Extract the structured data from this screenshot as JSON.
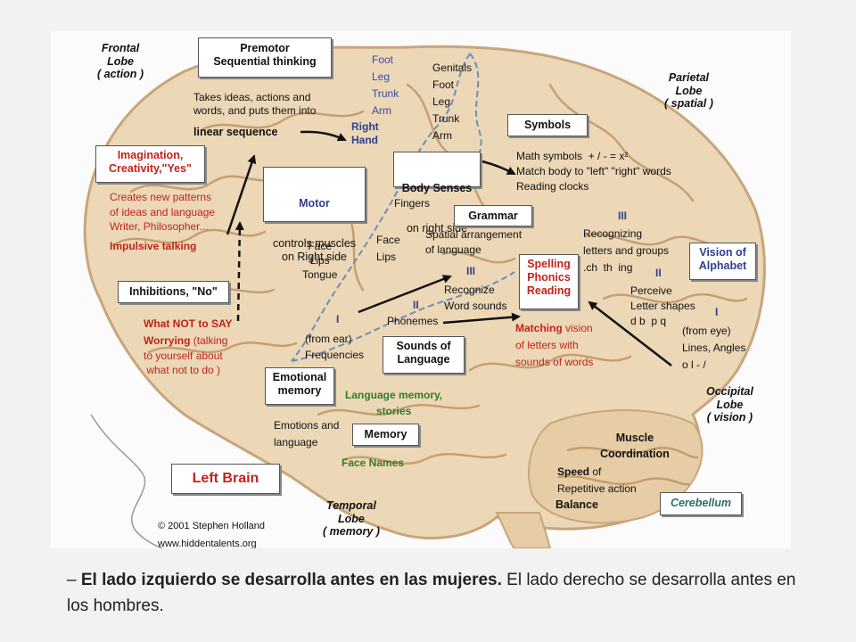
{
  "lobes": {
    "frontal": "Frontal\nLobe\n( action )",
    "parietal": "Parietal\nLobe\n( spatial )",
    "occipital": "Occipital\nLobe\n( vision )",
    "temporal": "Temporal\nLobe\n( memory )"
  },
  "boxes": {
    "premotor": "Premotor\nSequential thinking",
    "imagination": "Imagination,\nCreativity,\"Yes\"",
    "inhibitions": "Inhibitions, \"No\"",
    "motor_title": "Motor",
    "motor_desc": "controls muscles\non Right side",
    "body_title": "Body Senses",
    "body_desc": "on right side",
    "symbols": "Symbols",
    "grammar": "Grammar",
    "spelling": "Spelling\nPhonics\nReading",
    "vision": "Vision of\nAlphabet",
    "sounds": "Sounds of\nLanguage",
    "emotional": "Emotional\nmemory",
    "memory": "Memory",
    "left_brain": "Left Brain",
    "cerebellum": "Cerebellum"
  },
  "texts": {
    "takes_ideas": "Takes ideas, actions and\nwords, and puts them into",
    "linear_sequence": "linear sequence",
    "right_hand": "Right\nHand",
    "foot_leg_trunk_arm": "Foot\nLeg\nTrunk\nArm",
    "genitals": "Genitals\nFoot\nLeg\nTrunk\nArm",
    "creates": "Creates new patterns\nof ideas and language\nWriter, Philosopher...",
    "impulsive": "Impulsive talking",
    "fingers": "Fingers",
    "face_lips_tongue": "Face\nLips\nTongue",
    "face_lips": "Face\nLips",
    "math": "Math symbols  + / - = x²\nMatch body to \"left\" \"right\" words\nReading clocks",
    "spatial": "Spatial arrangement\nof language",
    "iii_a": "III",
    "recognizing": "Recognizing\nletters and groups\n.ch  th  ing",
    "iii_b": "III",
    "recognize": "Recognize\nWord sounds",
    "ii_a": "II",
    "phonemes": "Phonemes",
    "ii_b": "II",
    "perceive": "Perceive\nLetter shapes\nd b  p q",
    "i_a": "I",
    "from_ear": "(from ear)\nFrequencies",
    "i_b": "I",
    "from_eye": "(from eye)\nLines, Angles\no l - /",
    "what_not": "What NOT to SAY",
    "worrying": "Worrying",
    "talking": " (talking\nto yourself about\n what not to do )",
    "matching": "Matching",
    "matching_rest": " vision\nof letters with\nsounds of words",
    "lang_memory": "Language memory,\nstories",
    "emotions": "Emotions and\nlanguage",
    "face_names": "Face Names",
    "muscle": "Muscle\nCoordination",
    "speed": "Speed",
    "speed_rest": " of\nRepetitive action",
    "balance": "Balance",
    "copyright": "© 2001 Stephen Holland\nwww.hiddentalents.org"
  },
  "caption": {
    "dash": "– ",
    "bold": "El lado izquierdo se desarrolla antes en las mujeres.",
    "rest": " El lado derecho se desarrolla antes en los hombres."
  },
  "colors": {
    "brain_fill": "#ecd7b6",
    "brain_stroke": "#c9a57a",
    "fold": "#b98d5c",
    "sulcus": "#6b8fb8",
    "red": "#c0241c",
    "blue": "#2f3f8f",
    "green": "#2f7d2a"
  }
}
